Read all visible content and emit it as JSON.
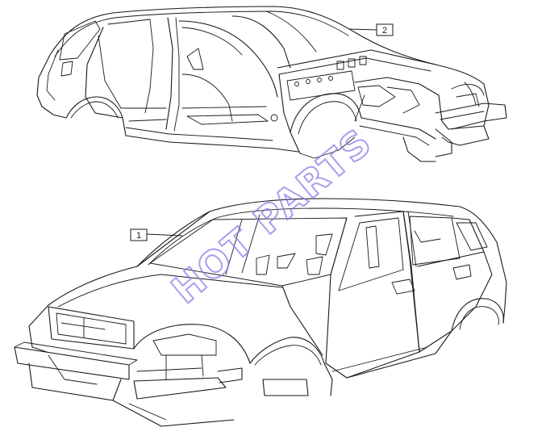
{
  "callouts": [
    {
      "label": "1"
    },
    {
      "label": "2"
    }
  ],
  "watermark": {
    "text": "HOT PARTS",
    "color": "#8c7ee8"
  },
  "colors": {
    "line": "#1a1a1a",
    "background": "#ffffff"
  }
}
